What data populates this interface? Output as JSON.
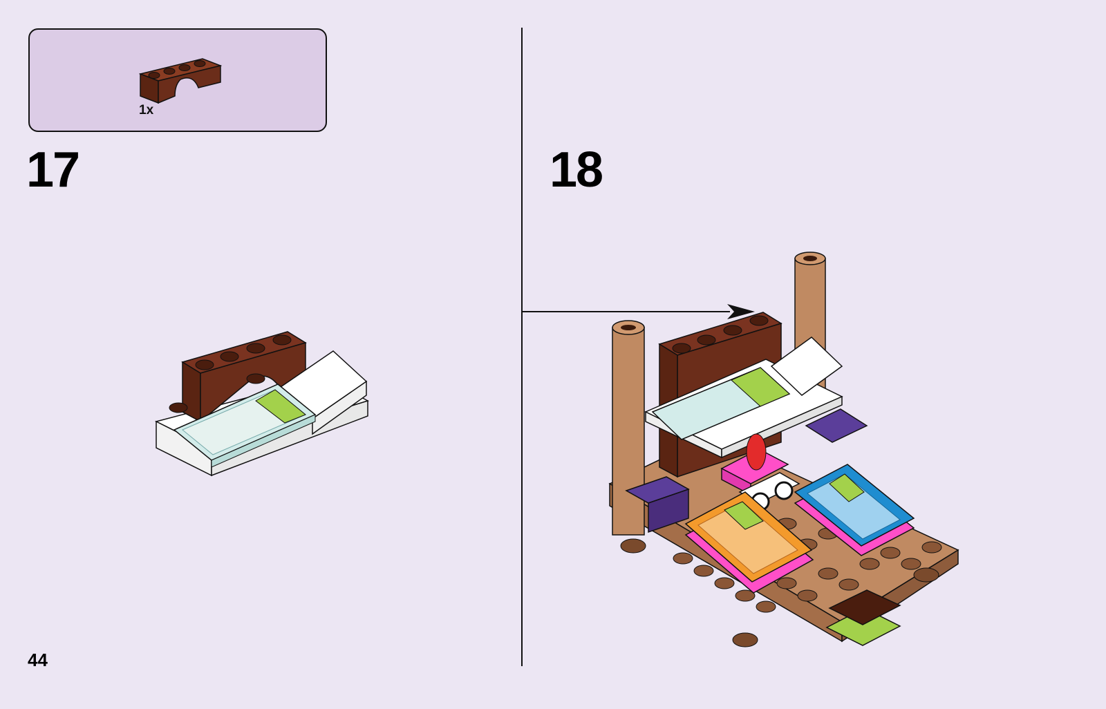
{
  "parts_callout": {
    "quantity": "1x",
    "part_icon": "brown-arch-brick-icon",
    "part_color": "#6b2d1a"
  },
  "steps": [
    {
      "number": "17"
    },
    {
      "number": "18"
    }
  ],
  "page_number": "44",
  "colors": {
    "background": "#ece6f3",
    "callout_fill": "#dccce6",
    "brick_brown": "#6b2d1a",
    "tan": "#c08a62",
    "pink": "#ff4fc8",
    "orange": "#f39a2c",
    "blue": "#1f8dd0",
    "lime": "#a3d14b",
    "purple": "#5b3e9a"
  }
}
